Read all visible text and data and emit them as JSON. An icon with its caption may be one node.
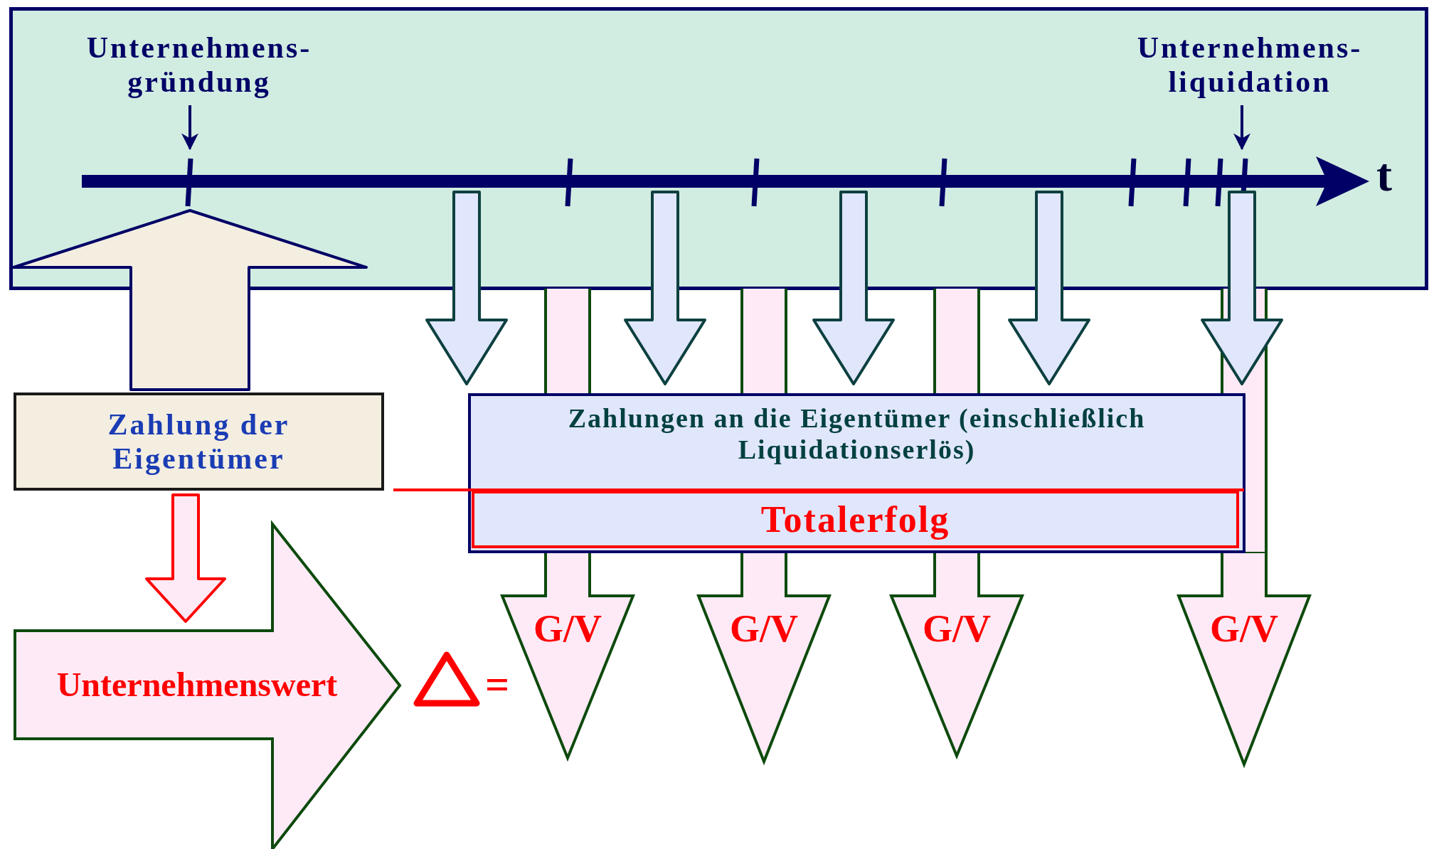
{
  "diagram": {
    "nodes": [
      {
        "text": [],
        "shape": "box"
      },
      {
        "text": [
          "Unternehmens- gründung"
        ],
        "in": 0
      },
      {
        "text": [
          "Unternehmens- liquidation"
        ],
        "in": 0
      },
      {
        "text": [
          "Zahlung der Eigentümer"
        ]
      },
      {
        "text": [
          "Zahlungen an die Eigentümer (einschließlich Liquidationserlös)"
        ]
      },
      {
        "text": [
          "Totalerfolg"
        ],
        "in": 4
      },
      {
        "text": [
          "Unternehmenswert"
        ]
      },
      {
        "text": [
          "G/V"
        ]
      },
      {
        "text": [
          "G/V"
        ]
      },
      {
        "text": [
          "G/V"
        ]
      },
      {
        "text": [
          "G/V"
        ]
      },
      {
        "text": [],
        "shape": "arrow",
        "in": 0
      }
    ],
    "edges": [
      {
        "from": 1,
        "to": 11,
        "arrow": "to",
        "color": "#000066"
      },
      {
        "from": 2,
        "to": 11,
        "arrow": "to",
        "color": "#000066"
      },
      {
        "from": 3,
        "to": 11,
        "arrow": "to",
        "color": "#000066"
      },
      {
        "from": 11,
        "to": 4,
        "arrow": "to"
      },
      {
        "from": 11,
        "to": 4,
        "arrow": "to"
      },
      {
        "from": 11,
        "to": 4,
        "arrow": "to"
      },
      {
        "from": 11,
        "to": 4,
        "arrow": "to"
      },
      {
        "from": 11,
        "to": 4,
        "arrow": "to"
      },
      {
        "from": 3,
        "to": 6,
        "arrow": "to",
        "color": "#ff0000"
      },
      {
        "from": 3,
        "to": 5,
        "arrow": "none",
        "color": "#ff0000"
      }
    ],
    "labels": [
      "t",
      "="
    ]
  }
}
